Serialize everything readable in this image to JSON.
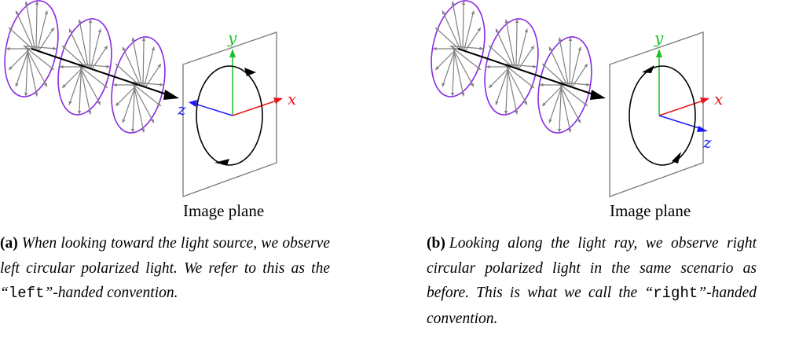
{
  "panels": [
    {
      "id": "a",
      "plane_label": "Image plane",
      "axis_labels": {
        "x": "x",
        "y": "y",
        "z": "z"
      },
      "caption_label": "(a)",
      "caption_pre": "When looking toward the light source, we observe left circular polarized light. We refer to this as the “",
      "caption_code": "left",
      "caption_post": "”-handed convention."
    },
    {
      "id": "b",
      "plane_label": "Image plane",
      "axis_labels": {
        "x": "x",
        "y": "y",
        "z": "z"
      },
      "caption_label": "(b)",
      "caption_pre": "Looking along the light ray, we observe right circular polarized light in the same scenario as before. This is what we call the “",
      "caption_code": "right",
      "caption_post": "”-handed convention."
    }
  ],
  "colors": {
    "x_axis": "#e8161b",
    "y_axis": "#19c025",
    "z_axis": "#1a1aff",
    "helix": "#8a2be2",
    "field_arrows": "#808080",
    "plane": "#808080",
    "ray": "#000000",
    "circle": "#000000"
  }
}
